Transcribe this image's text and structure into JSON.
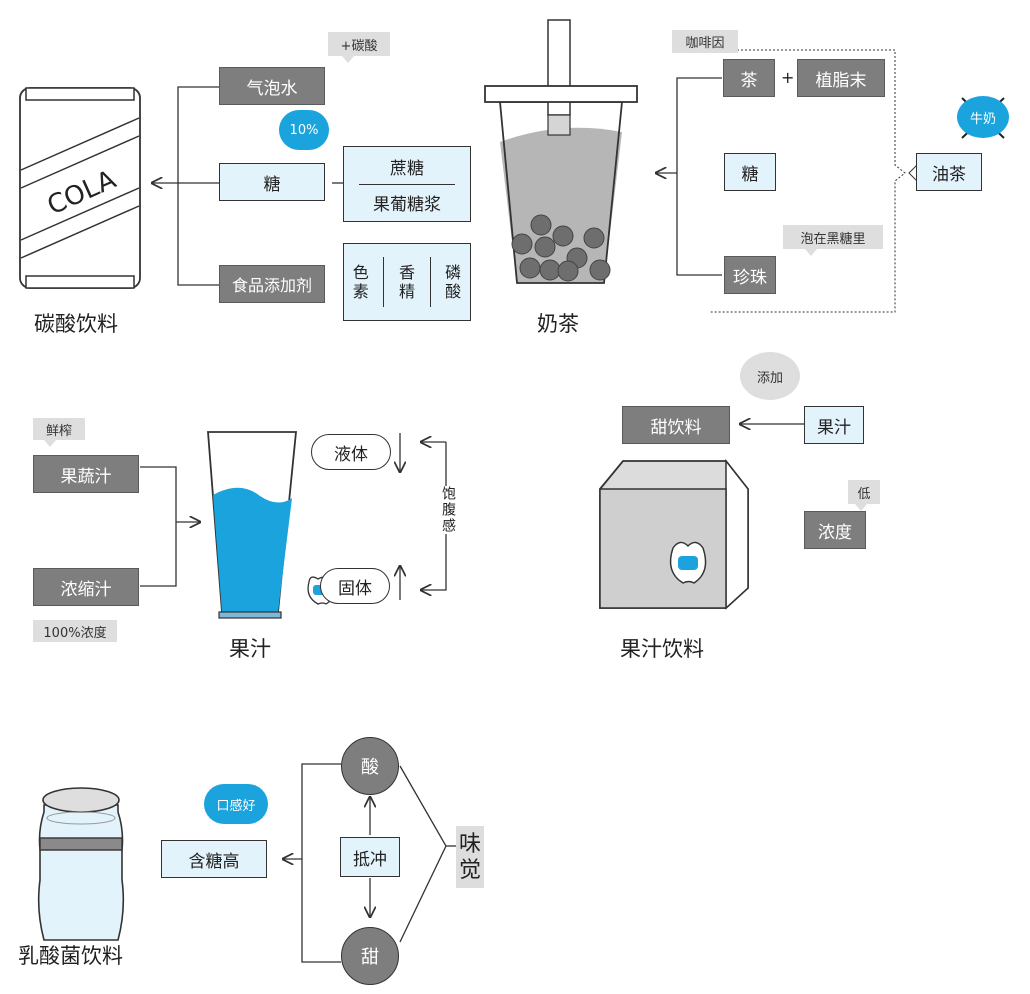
{
  "cola": {
    "caption": "碳酸饮料",
    "can_label": "COLA",
    "sparkling_water": "气泡水",
    "sparkling_note": "+碳酸",
    "sugar": "糖",
    "sugar_percent": "10%",
    "sugar_types": [
      "蔗糖",
      "果葡糖浆"
    ],
    "additives": "食品添加剂",
    "additive_types": [
      "色素",
      "香精",
      "磷酸"
    ]
  },
  "milk_tea": {
    "caption": "奶茶",
    "caffeine_note": "咖啡因",
    "tea": "茶",
    "plus": "+",
    "creamer": "植脂末",
    "sugar": "糖",
    "pearls": "珍珠",
    "pearls_note": "泡在黑糖里",
    "oil_tea": "油茶",
    "no_milk": "牛奶"
  },
  "juice": {
    "caption": "果汁",
    "fresh_note": "鲜榨",
    "fruit_veg_juice": "果蔬汁",
    "concentrate": "浓缩汁",
    "concentrate_note": "100%浓度",
    "liquid": "液体",
    "solid": "固体",
    "satiety": "饱腹感"
  },
  "juice_drink": {
    "caption": "果汁饮料",
    "sweet_drink": "甜饮料",
    "add_note": "添加",
    "juice": "果汁",
    "low_note": "低",
    "concentration": "浓度"
  },
  "lactic": {
    "caption": "乳酸菌饮料",
    "mouthfeel": "口感好",
    "high_sugar": "含糖高",
    "sour": "酸",
    "offset": "抵冲",
    "sweet": "甜",
    "taste": "味觉"
  },
  "colors": {
    "accent_blue": "#1aa3dd",
    "box_dark": "#7e7e7e",
    "box_light": "#e3f3fb",
    "tag_gray": "#dedede"
  }
}
